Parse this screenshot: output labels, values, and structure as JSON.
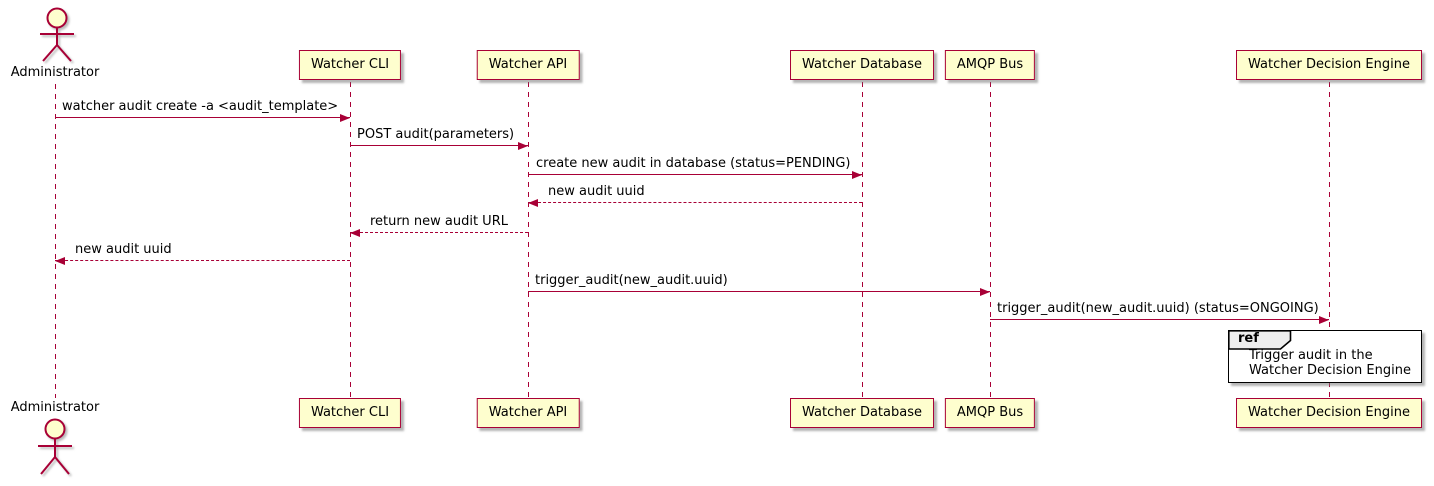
{
  "diagram_type": "uml-sequence-diagram",
  "colors": {
    "participant_fill": "#FEFECE",
    "participant_border": "#A80036",
    "arrow": "#A80036",
    "lifeline": "#A80036",
    "text": "#000000",
    "ref_border": "#000000",
    "ref_tab_fill": "#EEEEEE"
  },
  "actor": {
    "label": "Administrator"
  },
  "participants": [
    {
      "label": "Watcher CLI"
    },
    {
      "label": "Watcher API"
    },
    {
      "label": "Watcher Database"
    },
    {
      "label": "AMQP Bus"
    },
    {
      "label": "Watcher Decision Engine"
    }
  ],
  "messages": [
    {
      "text": "watcher audit create -a <audit_template>",
      "from": "Administrator",
      "to": "Watcher CLI",
      "style": "solid",
      "direction": "right"
    },
    {
      "text": "POST audit(parameters)",
      "from": "Watcher CLI",
      "to": "Watcher API",
      "style": "solid",
      "direction": "right"
    },
    {
      "text": "create new audit in database (status=PENDING)",
      "from": "Watcher API",
      "to": "Watcher Database",
      "style": "solid",
      "direction": "right"
    },
    {
      "text": "new audit uuid",
      "from": "Watcher Database",
      "to": "Watcher API",
      "style": "dashed",
      "direction": "left"
    },
    {
      "text": "return new audit URL",
      "from": "Watcher API",
      "to": "Watcher CLI",
      "style": "dashed",
      "direction": "left"
    },
    {
      "text": "new audit uuid",
      "from": "Watcher CLI",
      "to": "Administrator",
      "style": "dashed",
      "direction": "left"
    },
    {
      "text": "trigger_audit(new_audit.uuid)",
      "from": "Watcher API",
      "to": "AMQP Bus",
      "style": "solid",
      "direction": "right"
    },
    {
      "text": "trigger_audit(new_audit.uuid) (status=ONGOING)",
      "from": "AMQP Bus",
      "to": "Watcher Decision Engine",
      "style": "solid",
      "direction": "right"
    }
  ],
  "ref": {
    "tab_label": "ref",
    "line1": "Trigger audit in the",
    "line2": "Watcher Decision Engine"
  }
}
